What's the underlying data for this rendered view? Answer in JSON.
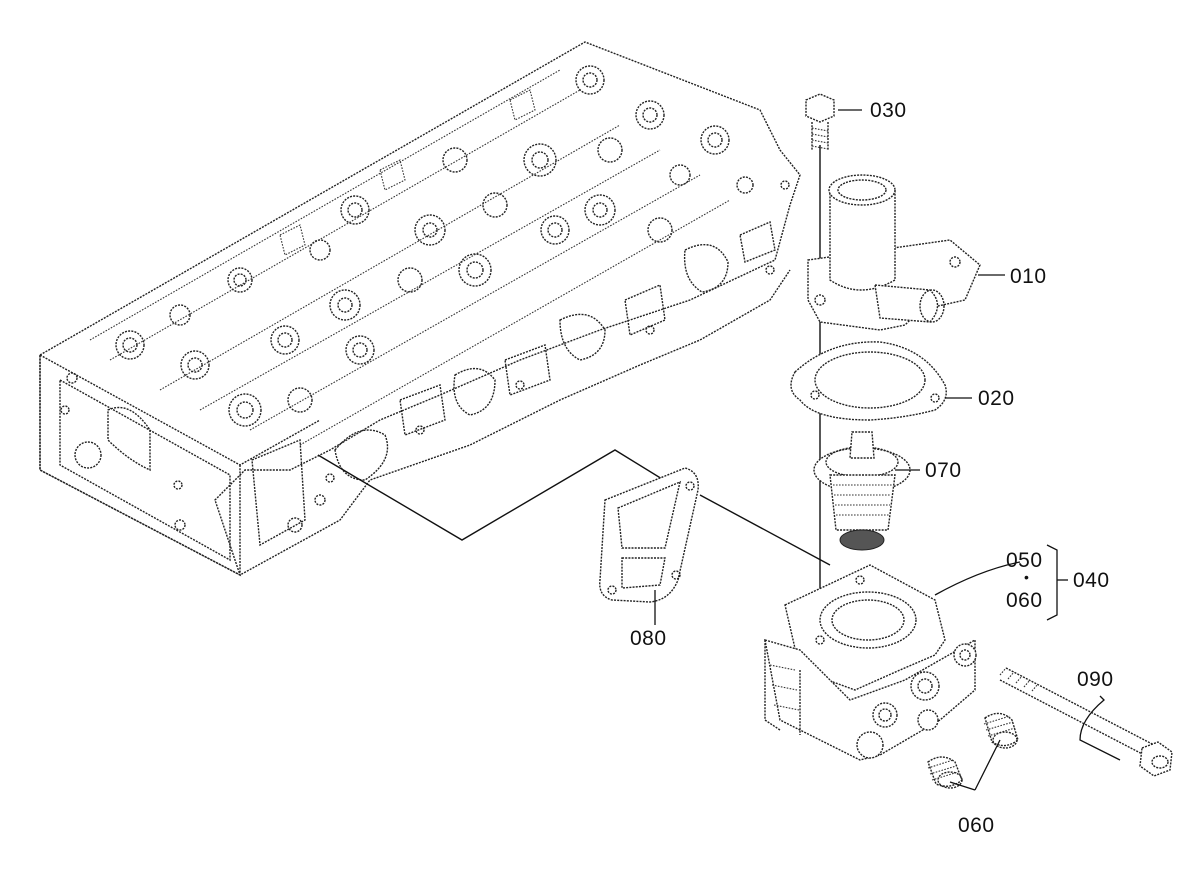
{
  "diagram": {
    "labels": {
      "p010": "010",
      "p020": "020",
      "p030": "030",
      "p040": "040",
      "p050": "050",
      "p060_upper": "060",
      "p060_lower": "060",
      "p070": "070",
      "p080": "080",
      "p090": "090",
      "dot": "•"
    }
  }
}
